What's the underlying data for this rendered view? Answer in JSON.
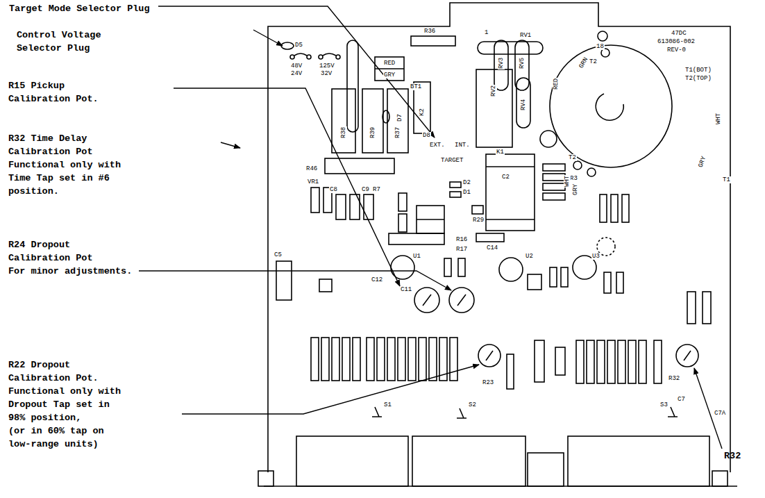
{
  "diagram": {
    "labels": [
      "Target Mode Selector Plug",
      "Control Voltage Selector Plug",
      "R15 Pickup Calibration Pot.",
      "R32 Time Delay Calibration Pot Functional only with Time Tap set in #6 position.",
      "R24 Dropout Calibration Pot",
      "For minor adjustments.",
      "R22 Dropout Calibration Pot. Functional only with Dropout Tap set in 98% position,",
      "(or in 60% tap on low-range units)",
      "R32",
      "47DC",
      "613086-002",
      "REV-0",
      "18",
      "R36",
      "1",
      "RV1",
      "D5",
      "48V",
      "24V",
      "125V",
      "32V",
      "RED",
      "GRY",
      "BT1",
      "RV3",
      "RV5",
      "RV2",
      "RV4",
      "K2",
      "D7",
      "K1",
      "D8",
      "EXT.",
      "INT.",
      "TARGET",
      "C2",
      "D2",
      "D1",
      "R3",
      "R29",
      "R16",
      "R17",
      "C14",
      "U1",
      "U2",
      "U3",
      "C12",
      "C11",
      "C5",
      "R23",
      "R32",
      "C7",
      "C7A",
      "S1",
      "S2",
      "S3",
      "VR1",
      "C8",
      "C9",
      "R7",
      "R38",
      "R39",
      "R37",
      "R46",
      "GRN",
      "RED",
      "T2",
      "T1(BOT)",
      "T2(TOP)",
      "WHT",
      "GRY",
      "T1",
      "WHT",
      "GRY",
      "T2"
    ]
  }
}
